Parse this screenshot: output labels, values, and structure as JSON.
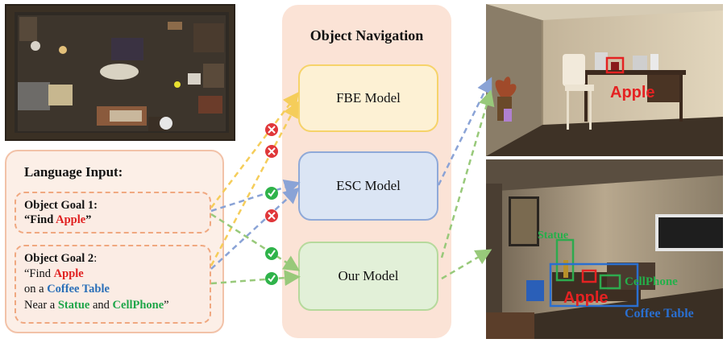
{
  "language_input": {
    "title": "Language Input:",
    "goal1": {
      "label": "Object Goal 1:",
      "text_prefix": "“Find ",
      "object": "Apple",
      "text_suffix": "”"
    },
    "goal2": {
      "label": "Object Goal 2",
      "label_colon": ":",
      "line1_prefix": "“Find ",
      "object": "Apple",
      "line2_prefix": "on a ",
      "landmark1": "Coffee Table",
      "line3_prefix": "Near a ",
      "landmark2": "Statue",
      "line3_mid": " and ",
      "landmark3": "CellPhone",
      "line3_suffix": "”"
    }
  },
  "navigation": {
    "title": "Object Navigation",
    "models": [
      {
        "label": "FBE Model"
      },
      {
        "label": "ESC Model"
      },
      {
        "label": "Our Model"
      }
    ]
  },
  "results": {
    "top_scene_label": "Apple",
    "bottom_scene_labels": {
      "statue": "Statue",
      "apple": "Apple",
      "cellphone": "CellPhone",
      "coffee_table": "Coffee Table"
    }
  },
  "colors": {
    "fbe_arrow": "#f5cd5a",
    "esc_arrow": "#8aa3d6",
    "ours_arrow": "#98c97a",
    "fail_mark": "#e0373a",
    "success_mark": "#2fb34a",
    "red_label": "#e02020",
    "blue_label": "#2a6fb8",
    "green_label": "#1fa64a"
  },
  "icons": {
    "fail": "x-circle-icon",
    "success": "check-circle-icon"
  }
}
